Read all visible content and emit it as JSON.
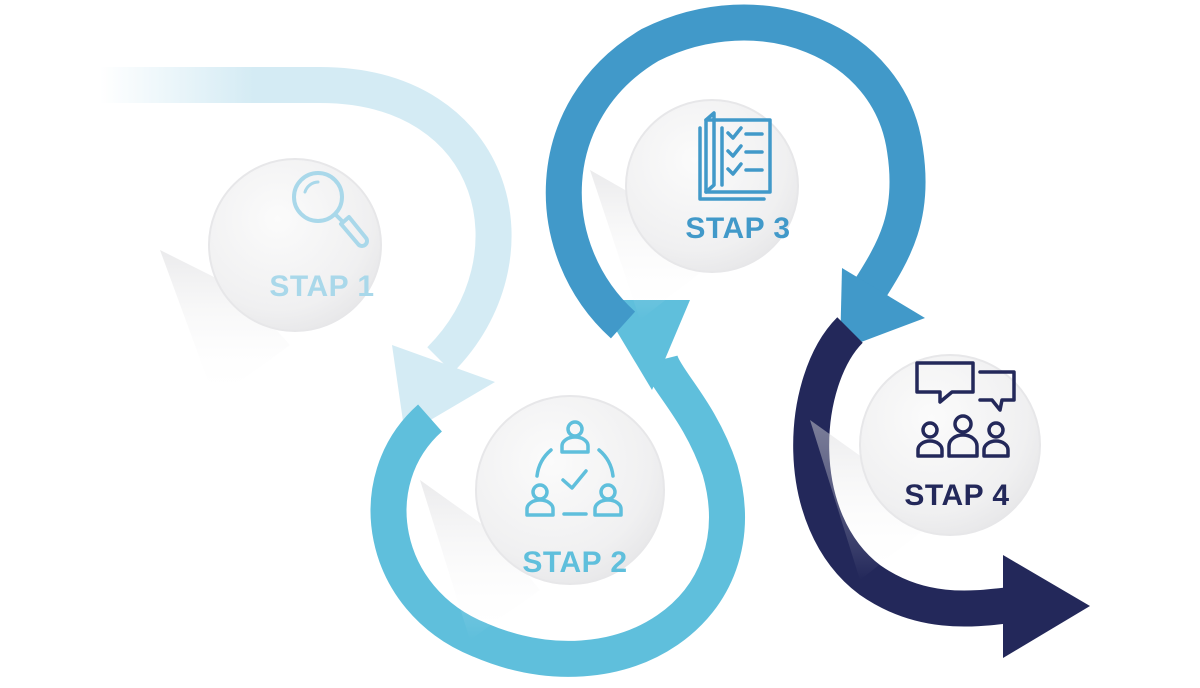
{
  "colors": {
    "step1": "#a9d8ea",
    "step2": "#5fbfdc",
    "step3": "#4199c9",
    "step4": "#23285a",
    "circle": "#f2f2f3",
    "shadow": "#d9d9dc"
  },
  "steps": [
    {
      "label": "STAP 1",
      "icon": "magnifier-icon"
    },
    {
      "label": "STAP 2",
      "icon": "team-network-icon"
    },
    {
      "label": "STAP 3",
      "icon": "checklist-icon"
    },
    {
      "label": "STAP 4",
      "icon": "group-discussion-icon"
    }
  ]
}
